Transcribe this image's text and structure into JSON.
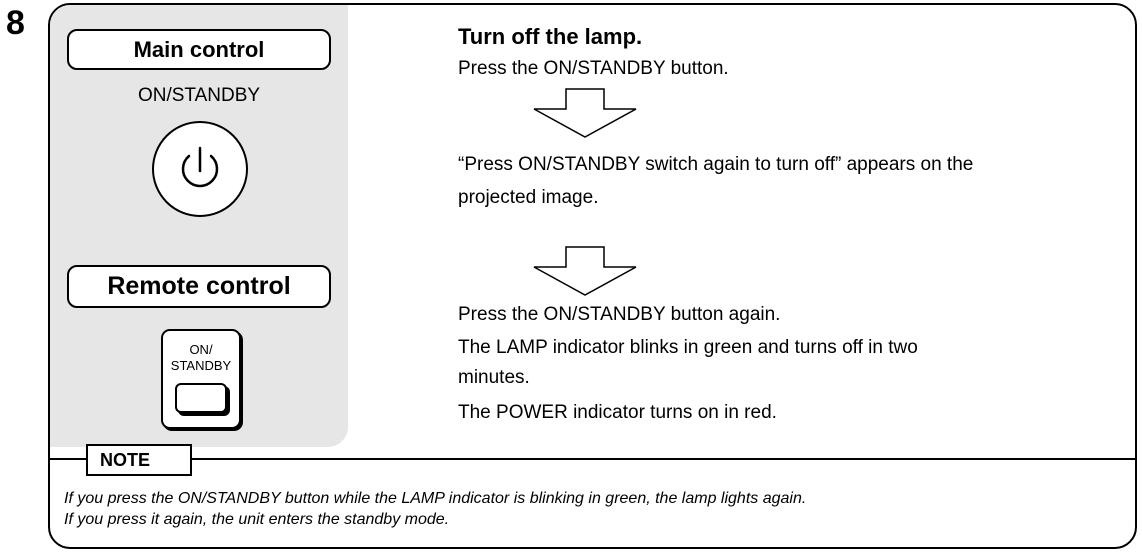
{
  "step_number": "8",
  "left_panel": {
    "main_control_label": "Main control",
    "main_control_button_label": "ON/STANDBY",
    "remote_control_label": "Remote control",
    "remote_button_label_line1": "ON/",
    "remote_button_label_line2": "STANDBY",
    "power_icon": "power-icon"
  },
  "instructions": {
    "heading": "Turn off the lamp.",
    "step1": "Press the ON/STANDBY button.",
    "step2_line1": "“Press ON/STANDBY switch again to turn off” appears on the",
    "step2_line2": "projected image.",
    "step3_line1": "Press the ON/STANDBY button again.",
    "step3_line2": "The LAMP indicator blinks in green and turns off in two",
    "step3_line3": "minutes.",
    "step3_line4": "The POWER indicator turns on in red.",
    "arrow_icon": "down-arrow-icon"
  },
  "note": {
    "title": "NOTE",
    "line1": "If you press the ON/STANDBY button while the LAMP indicator is blinking in green, the lamp lights again.",
    "line2": "If you press it again, the unit enters the standby mode."
  }
}
